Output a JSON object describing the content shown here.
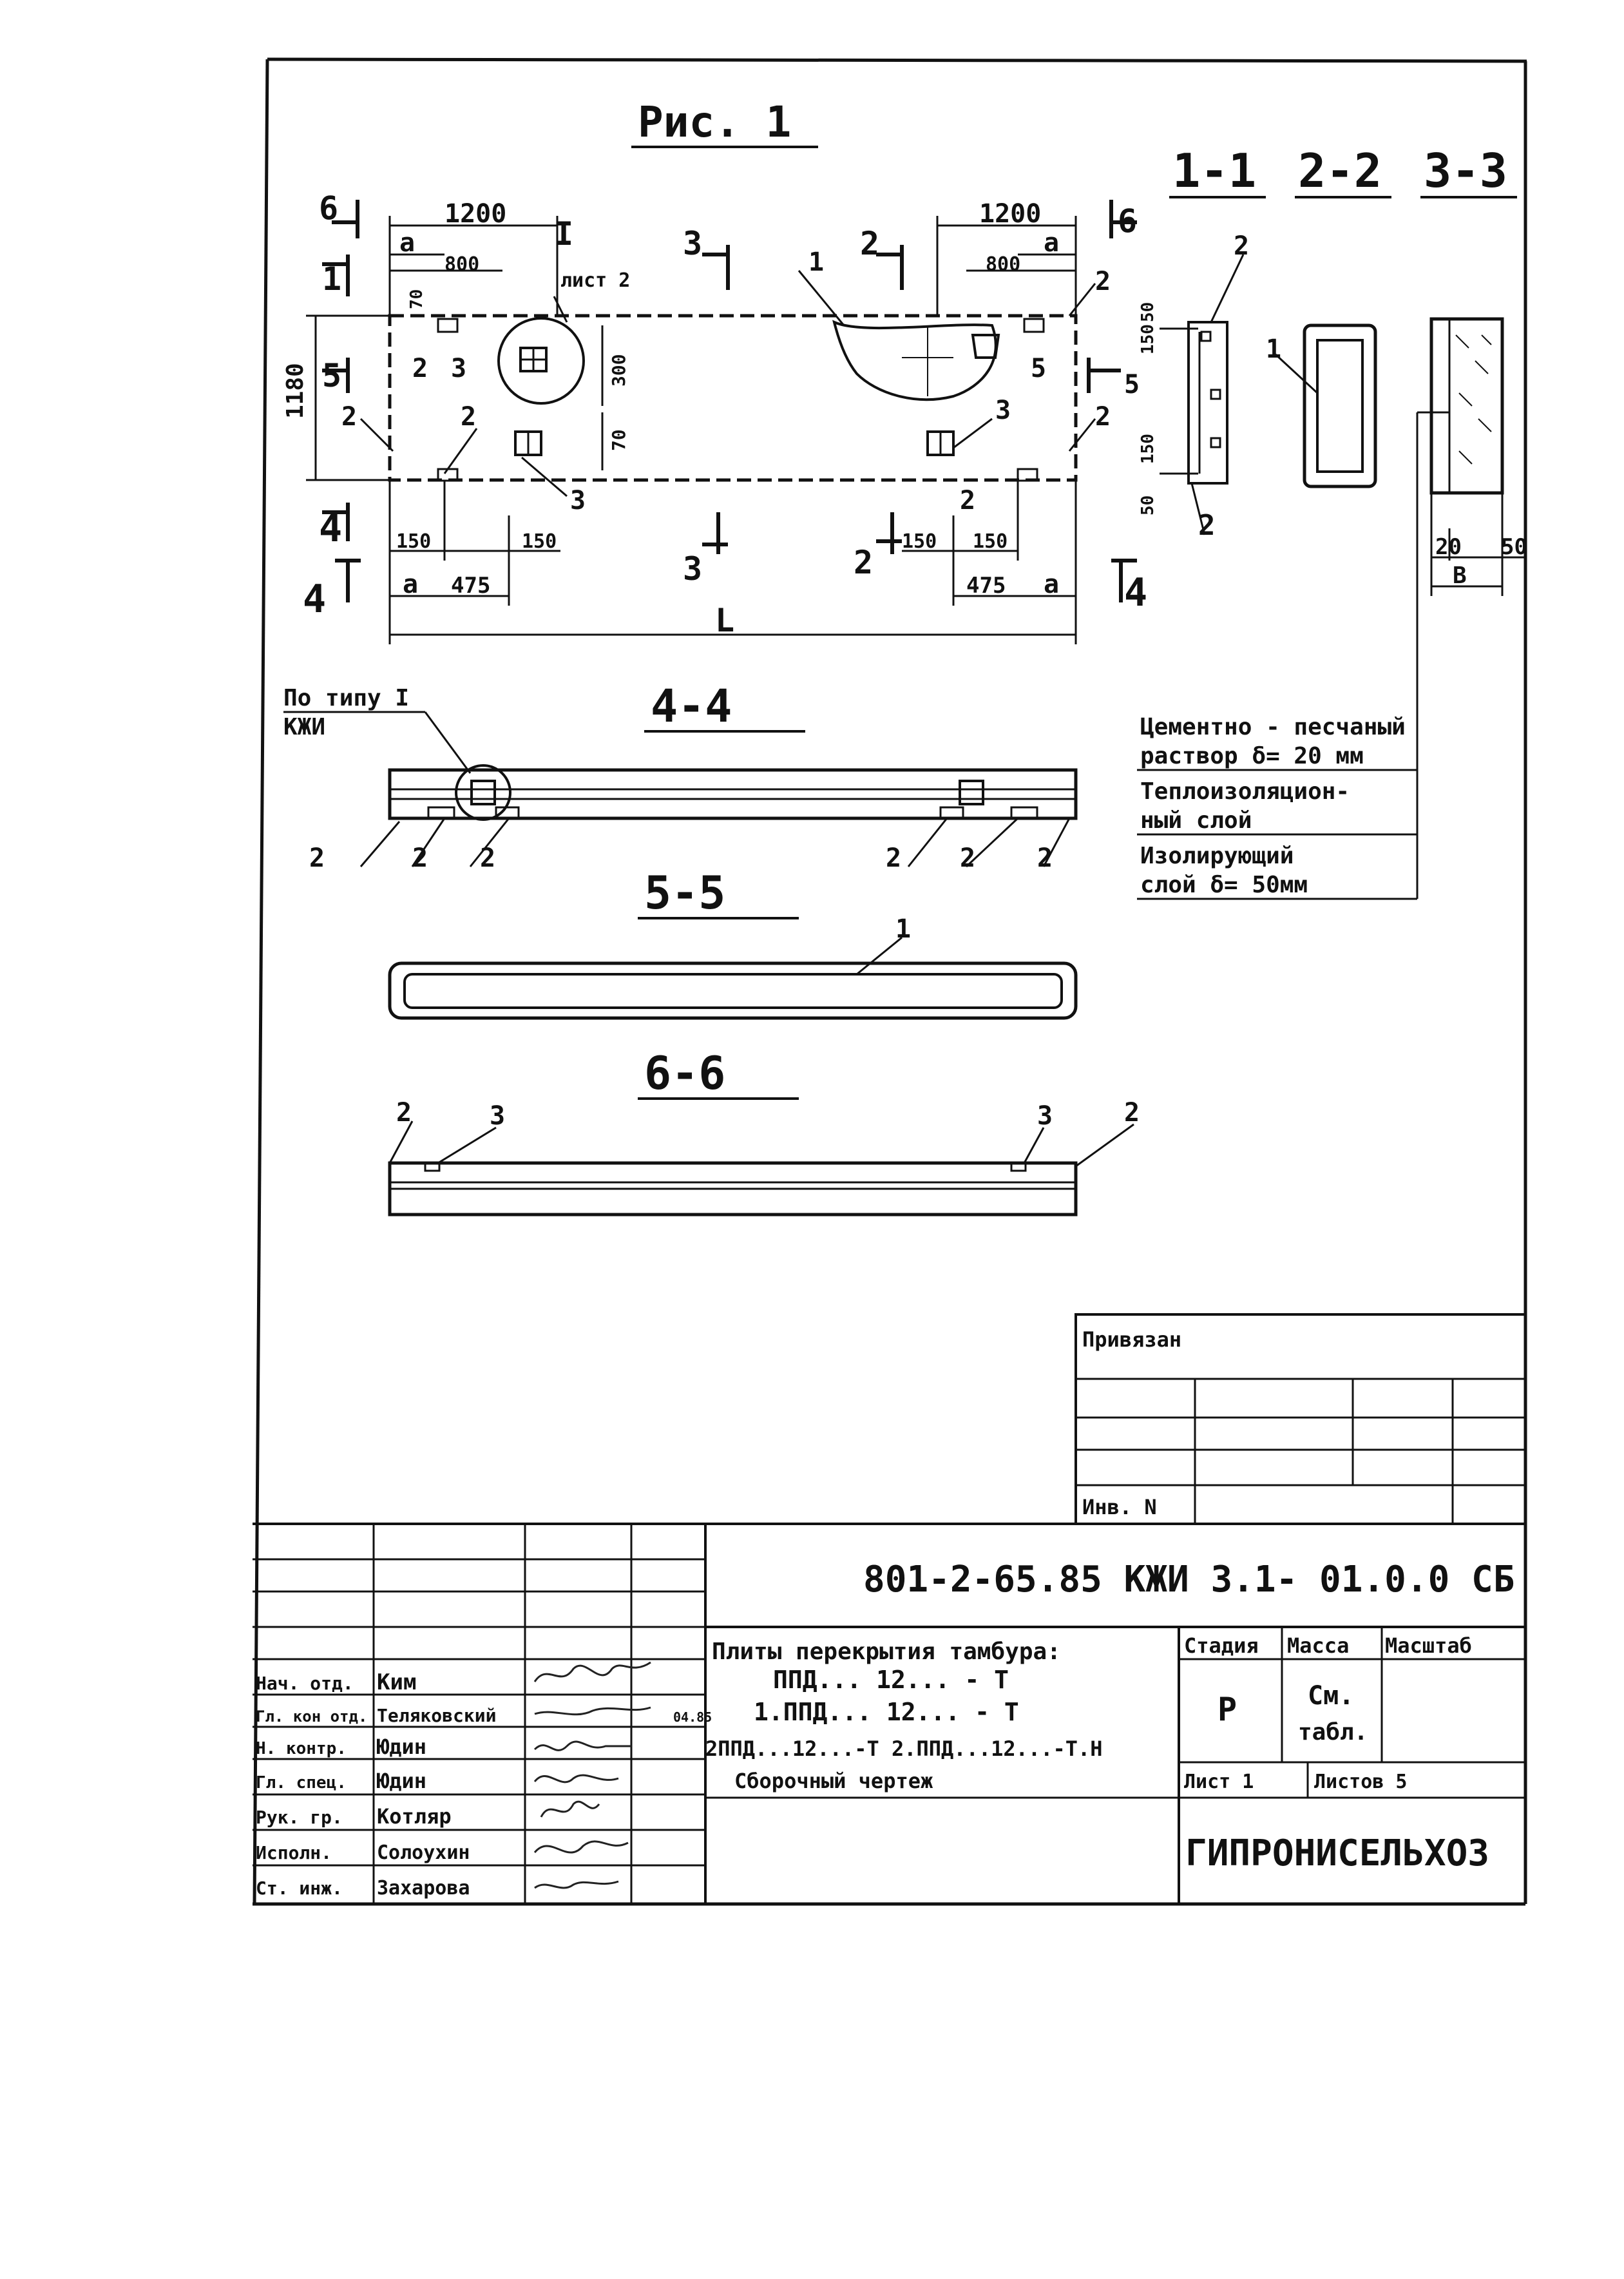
{
  "figure": {
    "title": "Рис. 1"
  },
  "plan": {
    "dim_1200_left": "1200",
    "dim_1200_right": "1200",
    "dim_L": "L",
    "dim_a": "a",
    "dim_800": "800",
    "dim_1180": "1180",
    "dim_300": "300",
    "dim_70": "70",
    "dim_150": "150",
    "dim_475": "475",
    "detail_I": "I",
    "list2": "лист 2",
    "n1": "1",
    "n2": "2",
    "n3": "3",
    "n4": "4",
    "n5": "5",
    "n6": "6"
  },
  "section_labels": {
    "s11": "1-1",
    "s22": "2-2",
    "s33": "3-3",
    "s44": "4-4",
    "s55": "5-5",
    "s66": "6-6"
  },
  "section_dims": {
    "d20": "20",
    "d50": "50",
    "d150": "150",
    "dB": "В"
  },
  "kzhi": {
    "line1": "По типу I",
    "line2": "КЖИ"
  },
  "layers": [
    {
      "line1": "Цементно - песчаный",
      "line2": "раствор  δ= 20 мм"
    },
    {
      "line1": "Теплоизоляцион-",
      "line2": "ный  слой"
    },
    {
      "line1": "Изолирующий",
      "line2": "слой    δ= 50мм"
    }
  ],
  "stamp_small": {
    "title": "Привязан",
    "inv": "Инв. N"
  },
  "title_block": {
    "code": "801-2-65.85  КЖИ 3.1- 01.0.0  СБ",
    "name_line1": "Плиты перекрытия тамбура:",
    "name_line2": "ППД...   12...   - Т",
    "name_line3": "1.ППД...   12...   - Т",
    "name_line4": "2ППД...12...-Т   2.ППД...12...-Т.Н",
    "name_line5": "Сборочный  чертеж",
    "stage_h": "Стадия",
    "mass_h": "Масса",
    "scale_h": "Масштаб",
    "stage_v": "Р",
    "mass_v1": "См.",
    "mass_v2": "табл.",
    "sheet": "Лист  1",
    "sheets": "Листов  5",
    "org": "ГИПРОНИСЕЛЬХОЗ",
    "sig_date": "04.85",
    "roles": [
      {
        "role": "Нач. отд.",
        "name": "Ким"
      },
      {
        "role": "Гл. кон отд.",
        "name": "Теляковский"
      },
      {
        "role": "Н. контр.",
        "name": "Юдин"
      },
      {
        "role": "Гл. спец.",
        "name": "Юдин"
      },
      {
        "role": "Рук. гр.",
        "name": "Котляр"
      },
      {
        "role": "Исполн.",
        "name": "Солоухин"
      },
      {
        "role": "Ст. инж.",
        "name": "Захарова"
      }
    ]
  }
}
